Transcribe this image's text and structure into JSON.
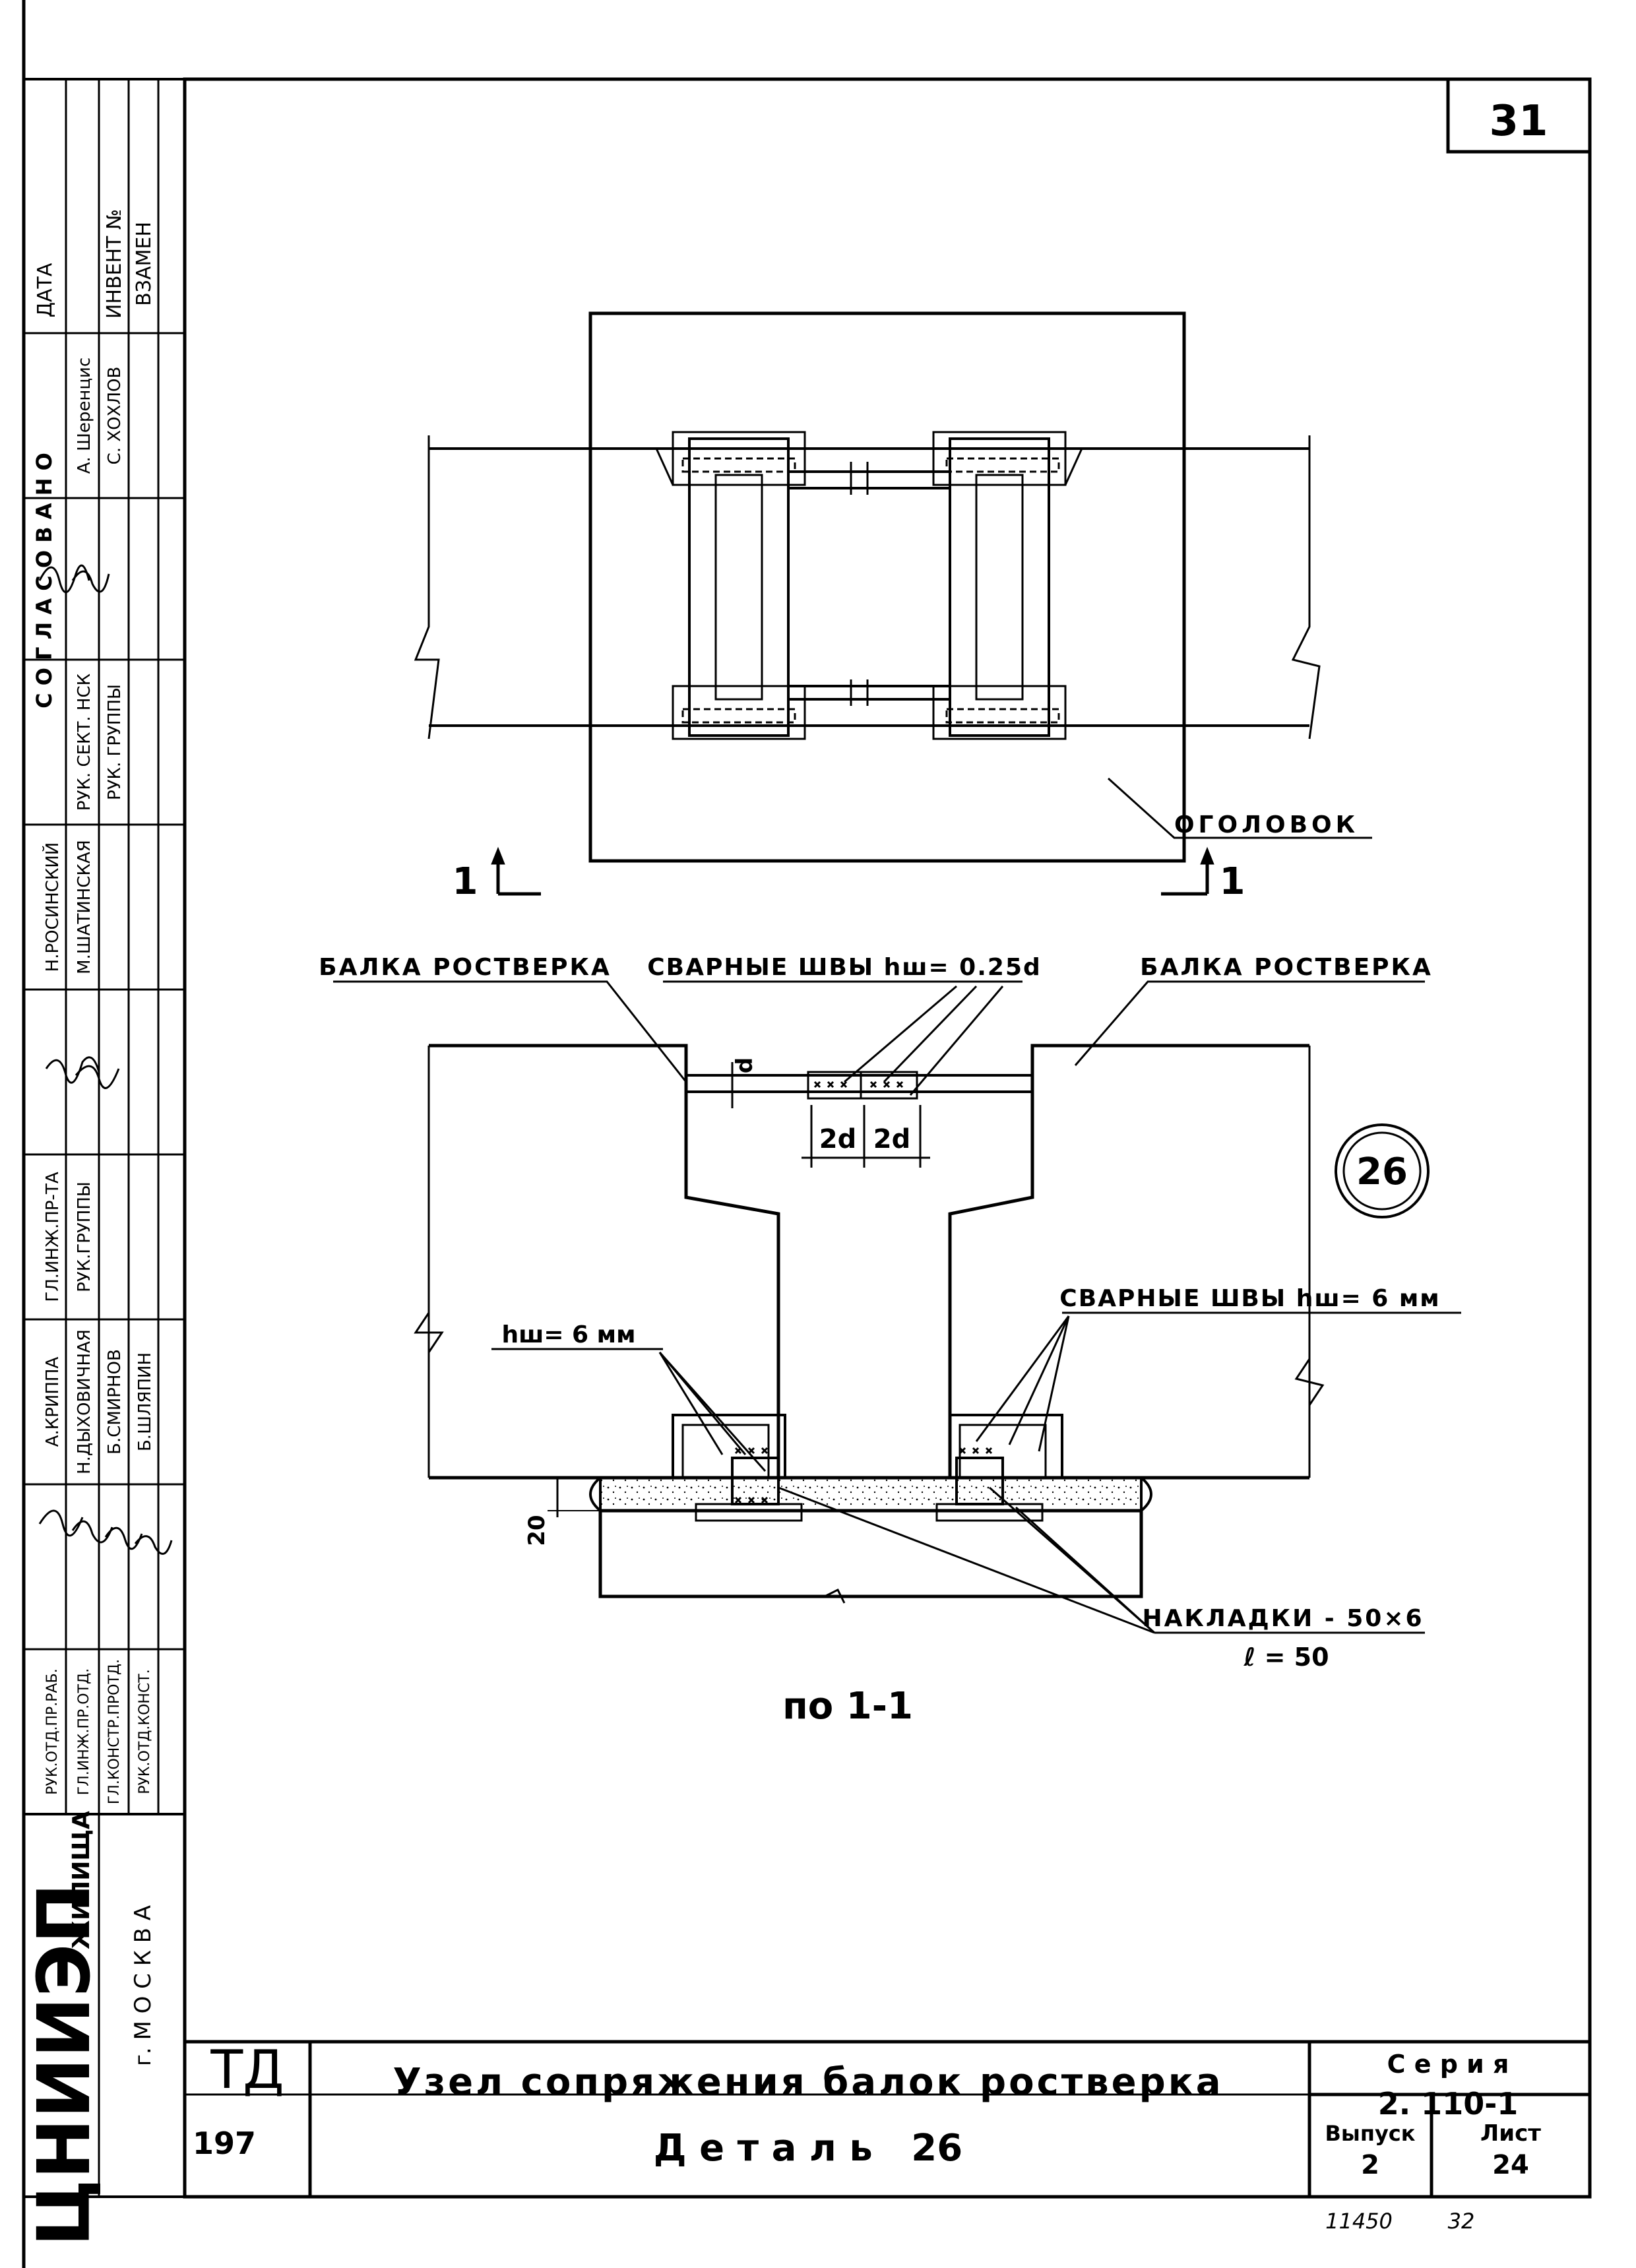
{
  "sheet": {
    "page_number": "31",
    "bottom_note_left": "11450",
    "bottom_note_right": "32"
  },
  "side_stamp": {
    "headers": {
      "date": "ДАТА",
      "invent": "ИНВЕНТ №",
      "replace": "ВЗАМЕН"
    },
    "agreed_title": "С О Г Л А С О В А Н О",
    "agreed": [
      {
        "role": "РУК. СЕКТ. НСК",
        "name": "А. Шеренцис"
      },
      {
        "role": "РУК. ГРУППЫ",
        "name": "С. ХОХЛОВ"
      }
    ],
    "roles_a": [
      "РУК.ОТД.ПР.РАБ.",
      "ГЛ.ИНЖ.ПР.ОТД.",
      "ГЛ.КОНСТР.ПРОТД.",
      "РУК.ОТД.КОНСТ."
    ],
    "names_a": [
      "А.КРИППА",
      "Н.ДЫХОВИЧНАЯ",
      "Б.СМИРНОВ",
      "Б.ШЛЯПИН"
    ],
    "roles_b": [
      "ГЛ.ИНЖ.ПР-ТА",
      "РУК.ГРУППЫ"
    ],
    "names_b": [
      "Н.РОСИНСКИЙ",
      "М.ШАТИНСКАЯ"
    ],
    "org_name": "ЦНИИЭП",
    "org_suffix": "ЖИЛИЩА",
    "city": "г. М О С К В А"
  },
  "title_block": {
    "code": "ТД",
    "number": "197",
    "title": "Узел сопряжения балок ростверка",
    "subtitle": "Д е т а л ь   26",
    "series_label": "С е р и я",
    "series_value": "2. 110-1",
    "issue_label": "Выпуск",
    "issue_value": "2",
    "sheet_label": "Лист",
    "sheet_value": "24"
  },
  "plan_view": {
    "label_head": "ОГОЛОВОК",
    "section_mark_left": "1",
    "section_mark_right": "1"
  },
  "section_view": {
    "beam_left": "БАЛКА РОСТВЕРКА",
    "beam_right": "БАЛКА РОСТВЕРКА",
    "weld_top": "СВАРНЫЕ ШВЫ hш= 0.25d",
    "d_mark": "d",
    "dim_2d_left": "2d",
    "dim_2d_right": "2d",
    "detail_number": "26",
    "weld_right": "СВАРНЫЕ ШВЫ hш= 6 мм",
    "weld_left": "hш= 6 мм",
    "dim_20": "20",
    "plates_line1": "НАКЛАДКИ - 50×6",
    "plates_line2": "ℓ = 50",
    "caption": "по 1-1"
  }
}
